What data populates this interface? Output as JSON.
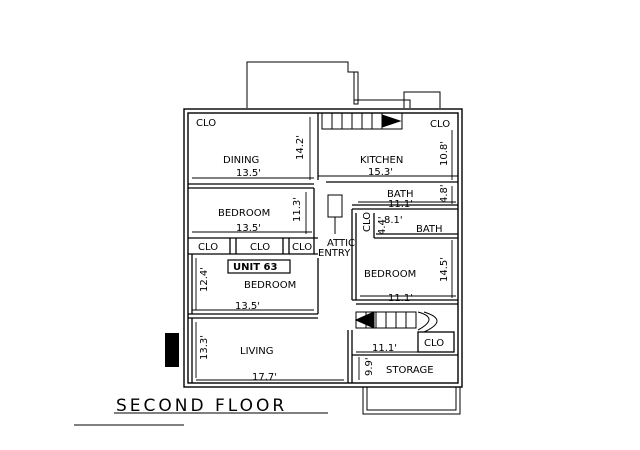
{
  "title": "SECOND FLOOR",
  "unit_label": "UNIT 63",
  "rooms": {
    "dining": "DINING",
    "kitchen": "KITCHEN",
    "bedroom_1": "BEDROOM",
    "bedroom_2": "BEDROOM",
    "bedroom_3": "BEDROOM",
    "bath_1": "BATH",
    "bath_2": "BATH",
    "living": "LIVING",
    "storage": "STORAGE",
    "attic": "ATTIC",
    "attic_entry": "ENTRY"
  },
  "closets": {
    "clo_dining": "CLO",
    "clo_kitchen": "CLO",
    "clo_a": "CLO",
    "clo_b": "CLO",
    "clo_c": "CLO",
    "clo_bath": "CLO",
    "clo_storage": "CLO"
  },
  "dimensions": {
    "dining_width": "13.5'",
    "dining_depth": "14.2'",
    "kitchen_width": "15.3'",
    "kitchen_depth": "10.8'",
    "bath1_width": "11.1'",
    "bath1_depth": "4.8'",
    "bedroom1_width": "13.5'",
    "bedroom1_depth": "11.3'",
    "bath2_width": "8.1'",
    "bath2_depth": "4.4'",
    "bedroom3_width": "11.1'",
    "bedroom3_depth": "14.5'",
    "bedroom2_width": "13.5'",
    "bedroom2_depth": "12.4'",
    "living_width": "17.7'",
    "living_depth": "13.3'",
    "storage_width": "11.1'",
    "storage_depth": "9.9'"
  }
}
